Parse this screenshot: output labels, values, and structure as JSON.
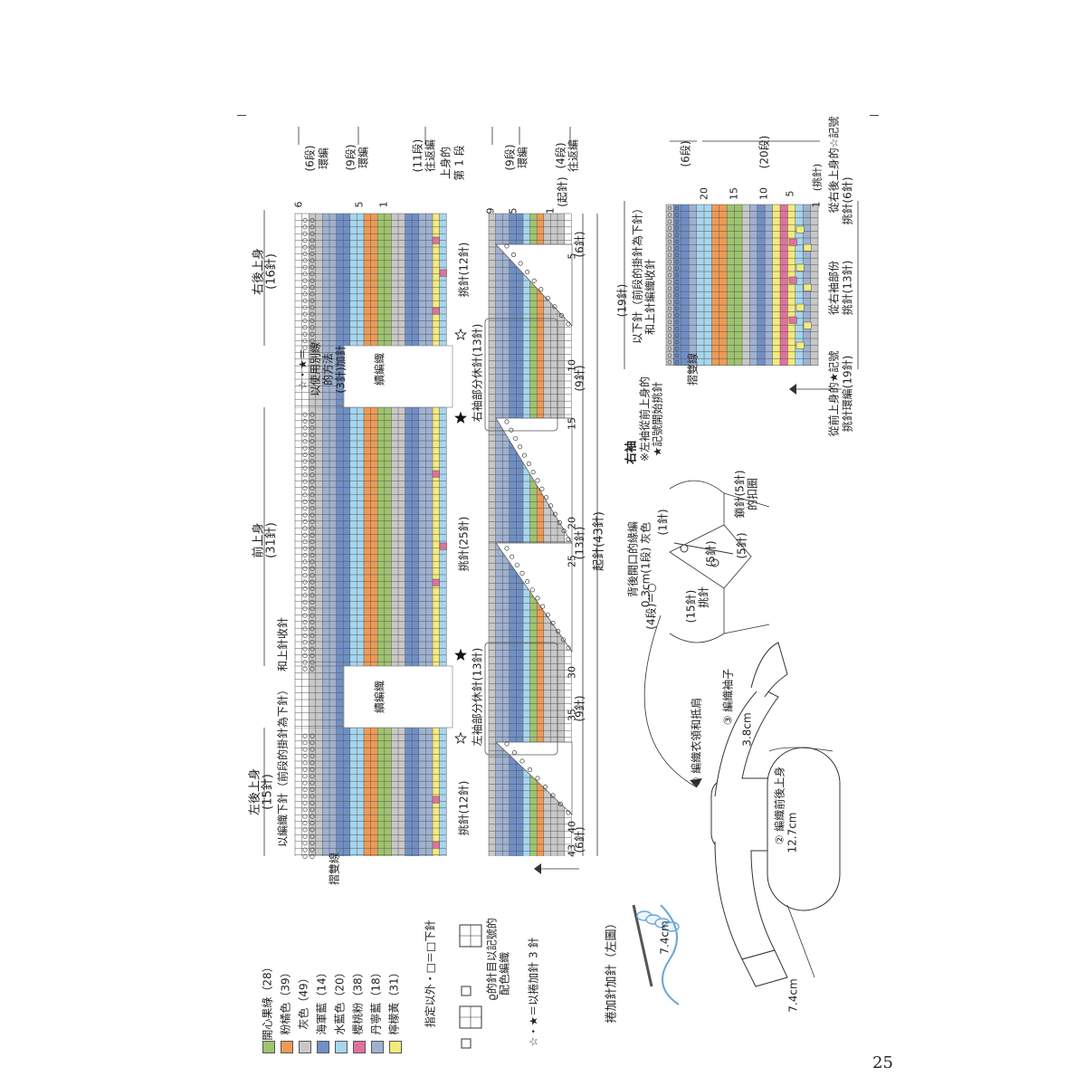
{
  "page_number": "25",
  "colors": {
    "green": "#9ec46d",
    "orange": "#ee9a55",
    "gray": "#c8c8c8",
    "navy": "#6f8fc6",
    "lightblue": "#a6d6ee",
    "pink": "#e0719d",
    "steel": "#9fb1d0",
    "yellow": "#f4ea7c",
    "white": "#ffffff"
  },
  "legend": {
    "items": [
      {
        "label": "開心果綠（28）",
        "color": "#9ec46d"
      },
      {
        "label": "粉橘色（39）",
        "color": "#ee9a55"
      },
      {
        "label": "灰色（49）",
        "color": "#c8c8c8"
      },
      {
        "label": "海軍藍（14）",
        "color": "#6f8fc6"
      },
      {
        "label": "水藍色（20）",
        "color": "#a6d6ee"
      },
      {
        "label": "櫻桃粉（38）",
        "color": "#e0719d"
      },
      {
        "label": "丹寧藍（18）",
        "color": "#9fb1d0"
      },
      {
        "label": "檸檬黃（31）",
        "color": "#f4ea7c"
      }
    ],
    "note1": "指定以外・□＝□下針",
    "note2": "ϱ的針目以記號的",
    "note3": "配色編織",
    "note4": "☆・★＝以捲加針 3 針"
  },
  "main_chart": {
    "labels": {
      "right_back": "右後上身",
      "right_back_count": "(16針)",
      "front": "前上身",
      "front_count": "(31針)",
      "left_back": "左後上身",
      "left_back_count": "(15針)",
      "note_plain": "以編織下針（前段的掛針為下針）",
      "note_decrease": "和上針收針",
      "star_note1": "☆・★＝",
      "star_note2": "以使用別線",
      "star_note3": "的方法",
      "star_note4": "(3針)加針",
      "fold_line": "摺雙線",
      "continue1": "續編織",
      "continue2": "續編織",
      "right_sleeve_part": "右袖部分休針(13針)",
      "left_sleeve_part": "左袖部分休針(13針)",
      "pickup_12a": "挑針(12針)",
      "pickup_25": "挑針(25針)",
      "pickup_12b": "挑針(12針)",
      "count_6a": "(6針)",
      "count_9a": "(9針)",
      "count_13": "(13針)",
      "count_9b": "(9針)",
      "count_6b": "(6針)",
      "cast_on": "起針(43針)",
      "body_row1a": "上身的",
      "body_row1b": "第 1 段",
      "cast_on_mark": "(起針)",
      "rows_6": "(6段)",
      "rows_9": "(9段)",
      "rows_11": "(11段)",
      "rows_9b": "(9段)",
      "rows_4": "(4段)",
      "round_knit": "環編",
      "round_knit2": "環編",
      "back_forth": "往返編",
      "round_knit3": "環編",
      "back_forth2": "往返編"
    },
    "row_numbers": [
      "6",
      "5",
      "1",
      "9",
      "5",
      "1"
    ],
    "col_numbers": [
      "5",
      "10",
      "15",
      "20",
      "25",
      "30",
      "35",
      "40",
      "43"
    ]
  },
  "sleeve_chart": {
    "title": "右袖",
    "note": "※左袖從前上身的",
    "note2": "★記號開始挑針",
    "rows_6": "(6段)",
    "rows_20": "(20段)",
    "col_numbers": [
      "20",
      "15",
      "10",
      "5",
      "1"
    ],
    "pickup_mark": "(挑針)",
    "from_right_back": "從右後上身的☆記號",
    "pickup_6": "挑針(6針)",
    "from_sleeve": "從右袖部份",
    "pickup_13": "挑針(13針)",
    "from_front": "從前上身的★記號",
    "pickup_round": "挑針環編(19針)",
    "count_19": "(19針)",
    "bind_off1": "以下針（前段的掛針為下針）",
    "bind_off2": "和上針編織收針",
    "fold_line": "摺雙線"
  },
  "assembly": {
    "step1": "① 編織衣領和抵肩",
    "step2": "② 編織前後上身",
    "step3": "③ 編織袖子",
    "dim_38": "3.8cm",
    "dim_127": "12.7cm",
    "dim_74a": "7.4cm",
    "dim_74b": "7.4cm",
    "back_opening": "背後開口的緣編",
    "back_opening2": "0.3cm(1段) 灰色",
    "rows_4": "(4段)＝○",
    "pick_15": "(15針)",
    "pick_15b": "挑針",
    "pick_5a": "(5針)",
    "pick_5b": "(5針)",
    "pick_1": "(1針)",
    "buttonhole1": "鎖針(5針)",
    "buttonhole2": "的扣圈",
    "cast_on_title": "捲加針加針（左圖）"
  }
}
